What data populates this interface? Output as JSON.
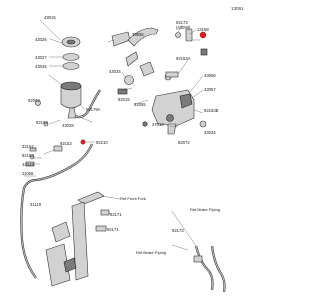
{
  "diagram": {
    "code": "13091",
    "labels": {
      "43015": "43015",
      "43026": "43026",
      "43027": "43027",
      "43045": "43045",
      "13236": "13236",
      "92173_a": "92173",
      "43080": "(43080)",
      "13168": "13168",
      "92153a": "92153A",
      "43056": "43056",
      "43057": "43057",
      "92009": "92009",
      "92153_a": "92153",
      "43028": "43028",
      "43034": "43034",
      "92015": "92015",
      "27010": "27010",
      "92153b": "92153B",
      "43034_b": "43034",
      "92072": "92072",
      "92153_b": "92153",
      "92055": "92055",
      "39110": "39110",
      "92171_a": "92171",
      "92179a": "92179A",
      "32152": "32152",
      "92210": "92210",
      "43049": "43049",
      "92153_c": "92153",
      "11056": "11056",
      "92173_b": "92173",
      "92171_b": "92171",
      "92171_c": "92171",
      "31119": "31119",
      "ref_front_fork": "Ref.Front Fork",
      "ref_brake_piping_a": "Ref.Brake Piping",
      "ref_brake_piping_b": "Ref.Brake Piping"
    }
  }
}
